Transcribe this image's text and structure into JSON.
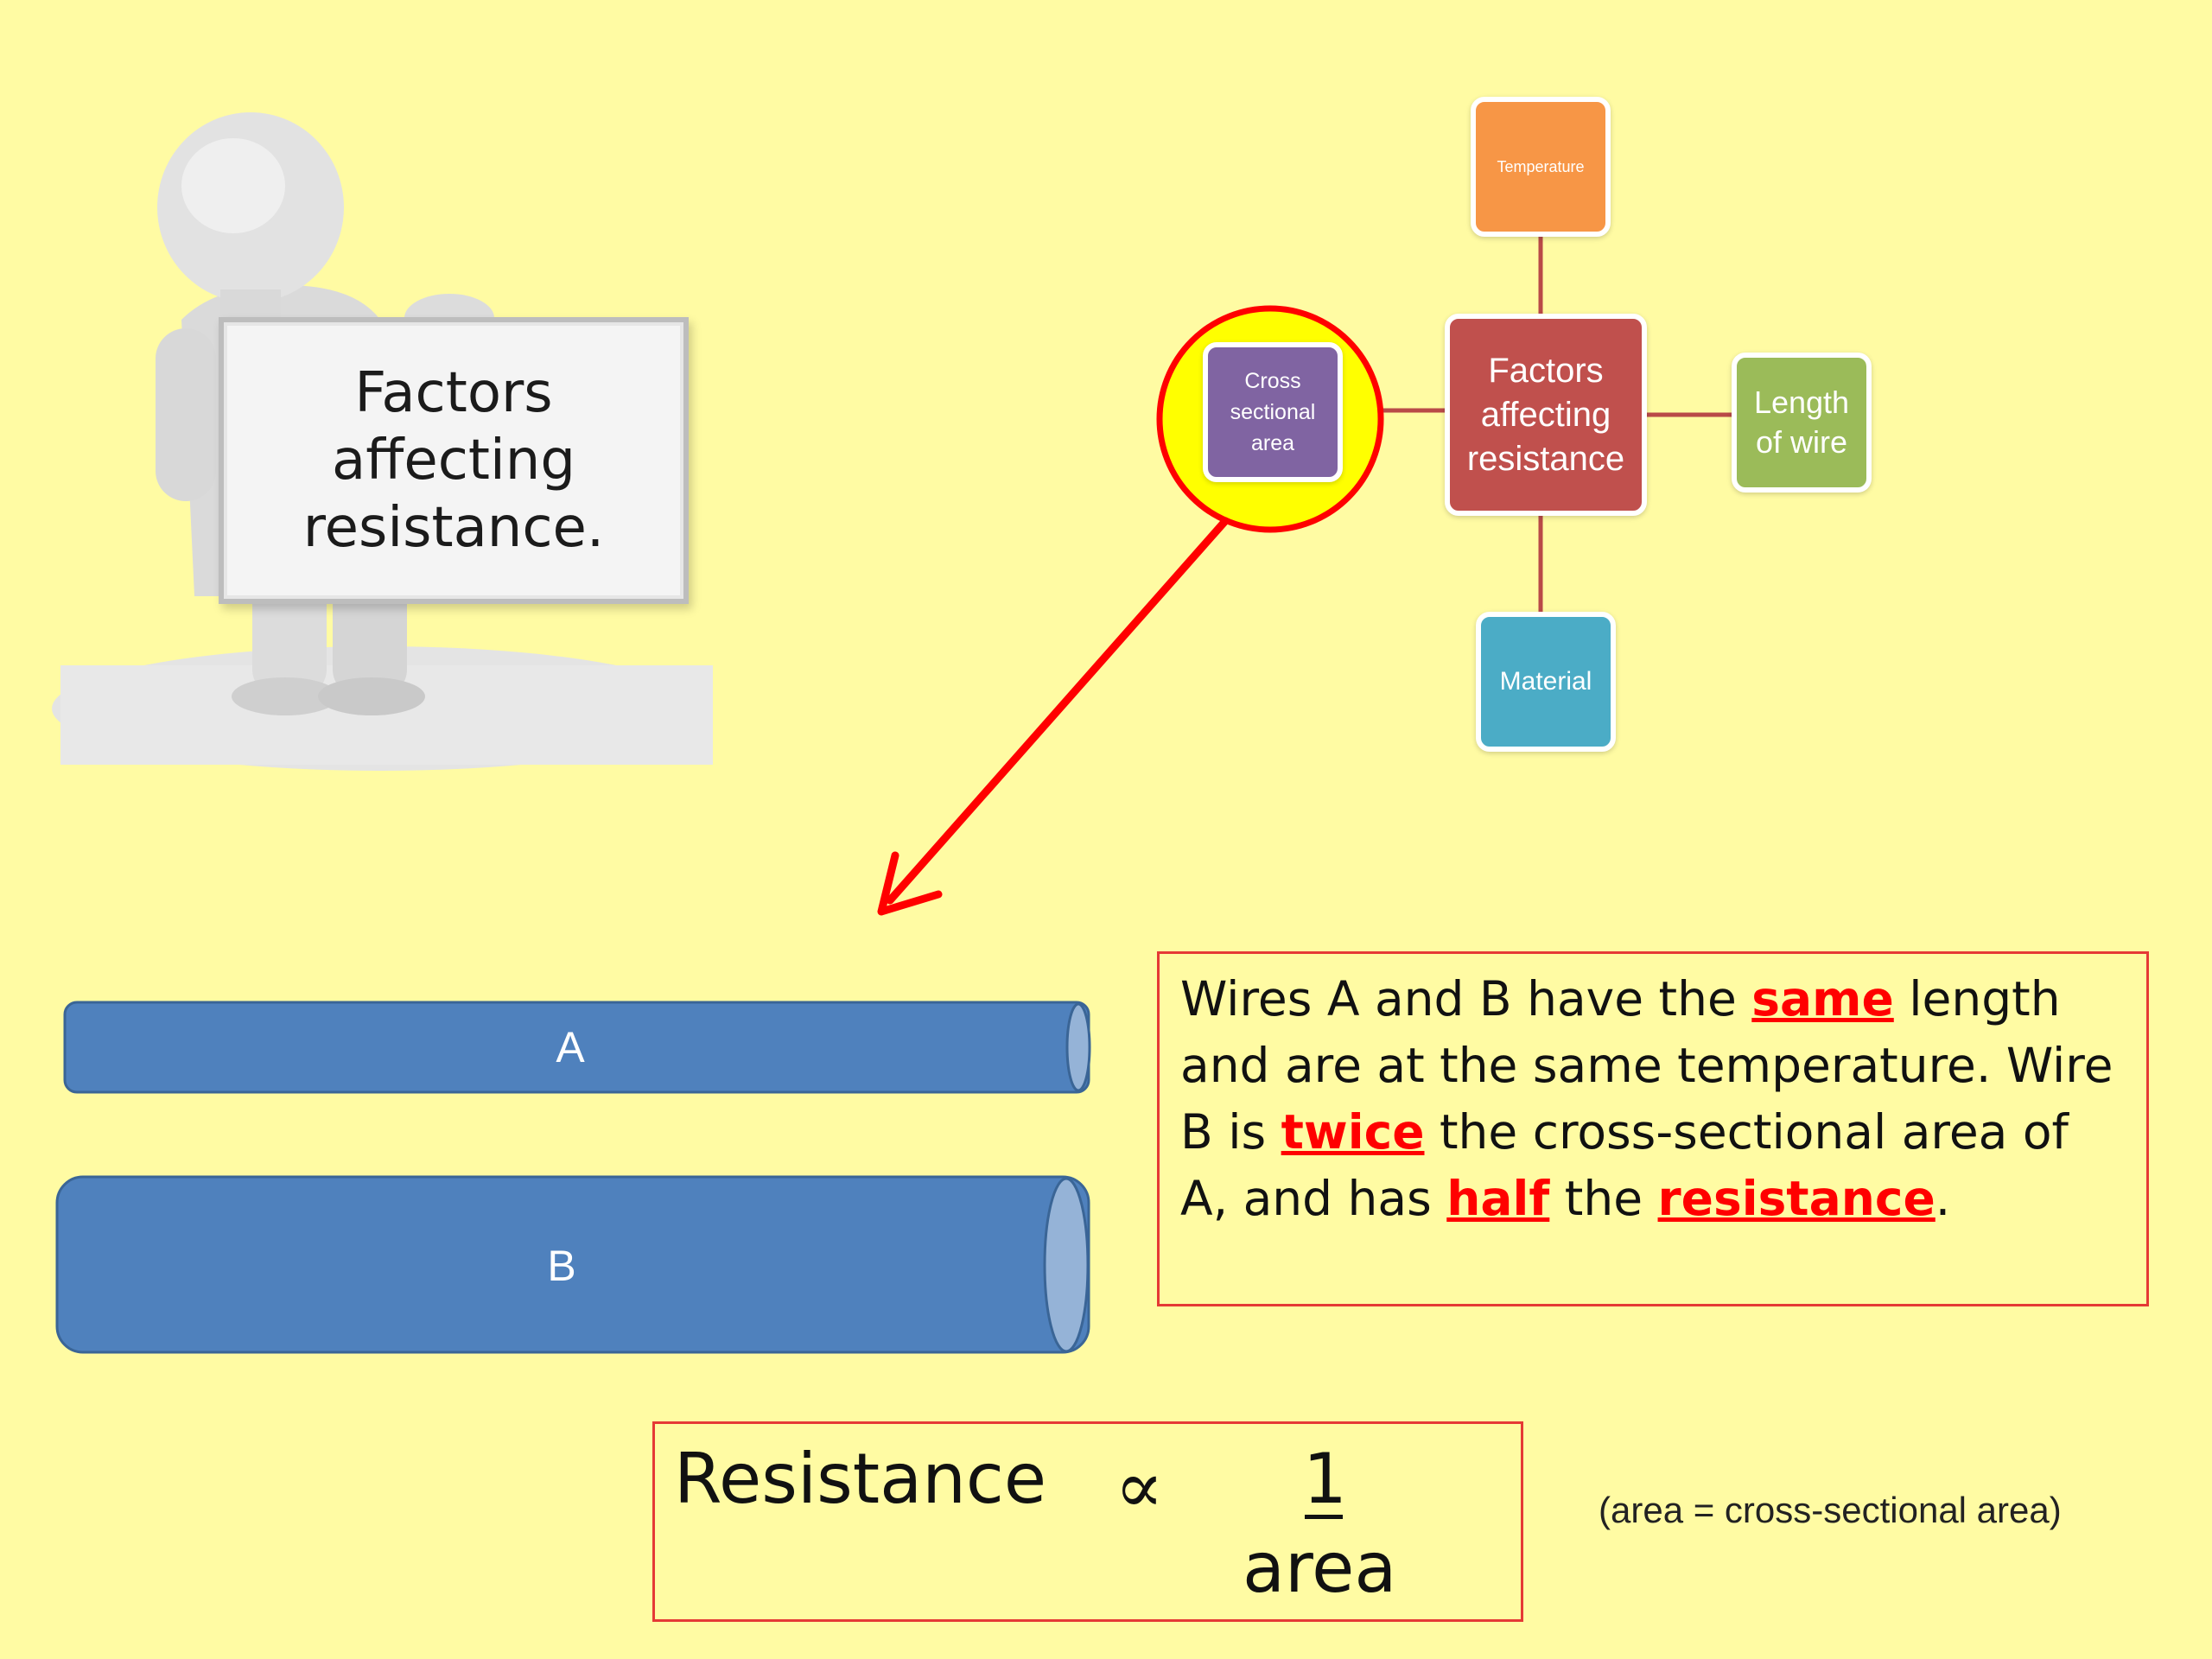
{
  "sign": {
    "lines": [
      "Factors",
      "affecting",
      "resistance."
    ]
  },
  "mindmap": {
    "center": "Factors affecting resistance",
    "top": "Temperature",
    "right": "Length of wire",
    "bottom": "Material",
    "left": "Cross sectional area"
  },
  "wires": {
    "a_label": "A",
    "b_label": "B"
  },
  "explanation": {
    "t1": "Wires A and B have the ",
    "h1": "same",
    "t2": " length and are at the same temperature. Wire B is ",
    "h2": "twice",
    "t3": " the cross-sectional area of A, and has ",
    "h3": "half",
    "t4": " the ",
    "h4": "resistance",
    "t5": "."
  },
  "formula": {
    "lhs": "Resistance",
    "symbol": "∝",
    "numerator": "1",
    "denominator": "area"
  },
  "note": "(area = cross-sectional area)",
  "colors": {
    "background": "#FFFBA3",
    "highlight": "#FF0000",
    "wire": "#4F81BD",
    "circle_fill": "#FFFF00"
  }
}
